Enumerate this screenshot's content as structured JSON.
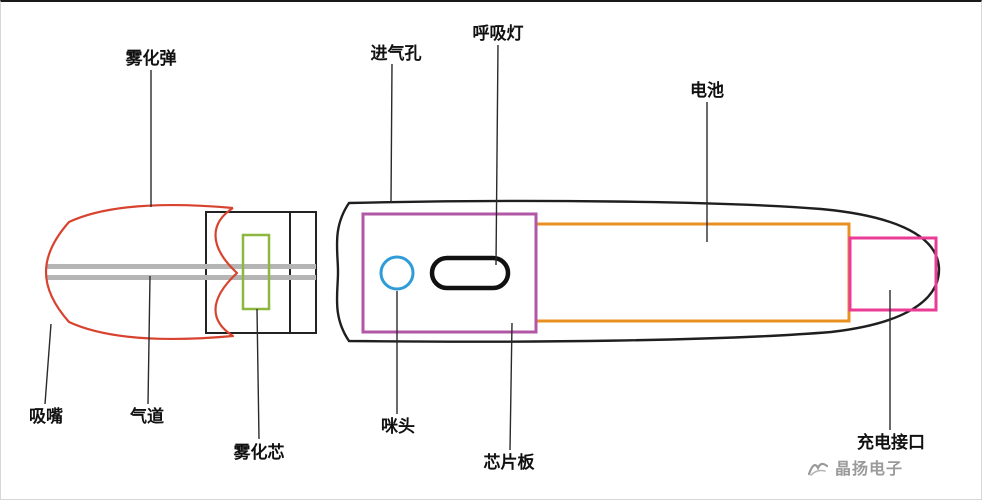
{
  "diagram": {
    "title_hint": "disposable vape structure diagram",
    "labels": {
      "atomizer_pod": "雾化弹",
      "air_inlet": "进气孔",
      "breathing_light": "呼吸灯",
      "battery": "电池",
      "mouthpiece": "吸嘴",
      "airway": "气道",
      "atomizer_core": "雾化芯",
      "mic_head": "咪头",
      "chip_board": "芯片板",
      "charging_port": "充电接口"
    },
    "colors": {
      "pod_outline": "#d8432f",
      "airway_channel": "#b5b5b5",
      "atomizer_core": "#8cb83f",
      "chip_board": "#b157a6",
      "mic_head": "#2f9cd8",
      "battery": "#e89020",
      "charging_port": "#ea3b97",
      "body_outline": "#1f1f1f",
      "indicator_light": "#111111"
    }
  },
  "brand": {
    "name": "晶扬电子",
    "color": "#9a9a9a"
  }
}
